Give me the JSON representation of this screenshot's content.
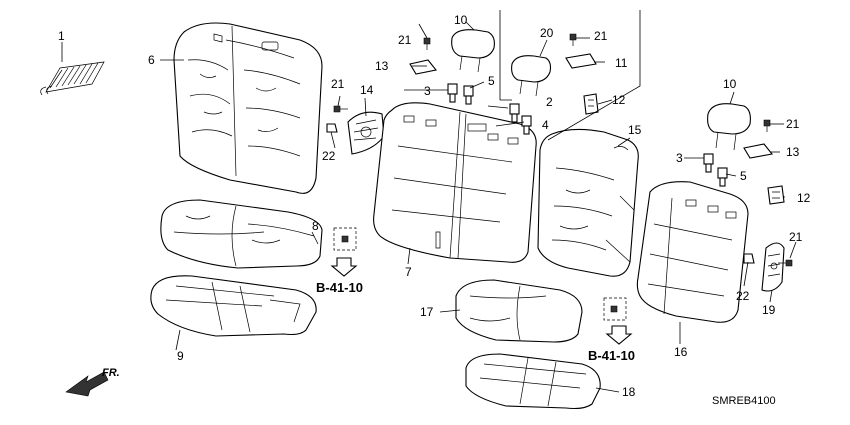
{
  "labels": {
    "p1": "1",
    "p2": "2",
    "p3a": "3",
    "p3b": "3",
    "p4": "4",
    "p5a": "5",
    "p5b": "5",
    "p6": "6",
    "p7": "7",
    "p8": "8",
    "p9": "9",
    "p10a": "10",
    "p10b": "10",
    "p11": "11",
    "p12a": "12",
    "p12b": "12",
    "p13a": "13",
    "p13b": "13",
    "p14": "14",
    "p15": "15",
    "p16": "16",
    "p17": "17",
    "p18": "18",
    "p19": "19",
    "p20": "20",
    "p21a": "21",
    "p21b": "21",
    "p21c": "21",
    "p21d": "21",
    "p21e": "21",
    "p22a": "22",
    "p22b": "22"
  },
  "references": {
    "ref1": "B-41-10",
    "ref2": "B-41-10"
  },
  "direction": {
    "front": "FR."
  },
  "diagram_code": "SMREB4100"
}
